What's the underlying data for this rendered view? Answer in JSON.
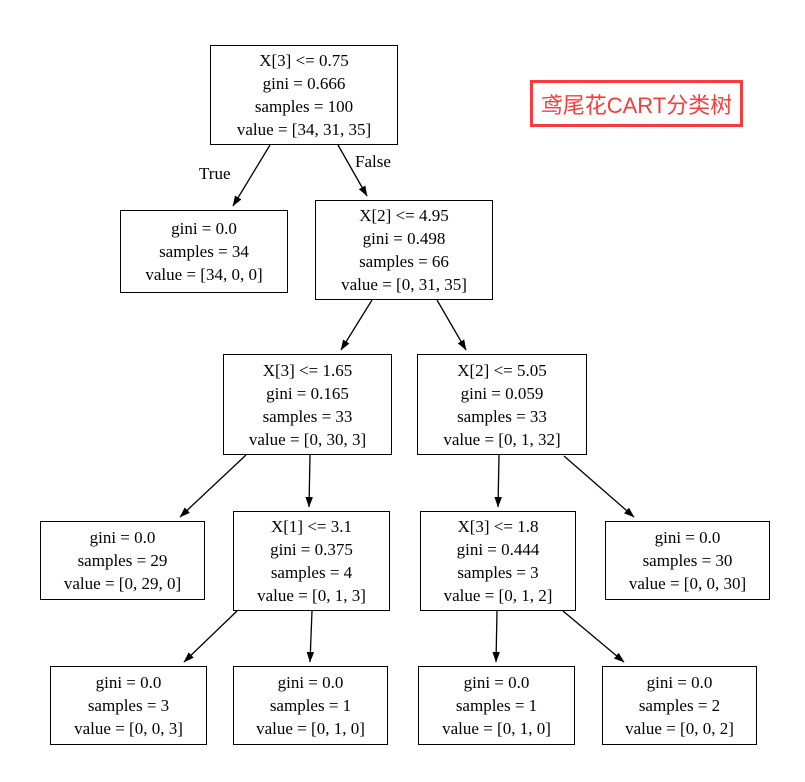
{
  "title": {
    "text": "鸢尾花CART分类树",
    "accent_color": "#fb3b3b"
  },
  "edge_labels": {
    "true": "True",
    "false": "False"
  },
  "tree": {
    "type": "decision-tree",
    "nodes": {
      "root": {
        "lines": [
          "X[3] <= 0.75",
          "gini = 0.666",
          "samples = 100",
          "value = [34, 31, 35]"
        ]
      },
      "l2_left": {
        "lines": [
          "gini = 0.0",
          "samples = 34",
          "value = [34, 0, 0]"
        ]
      },
      "l2_right": {
        "lines": [
          "X[2] <= 4.95",
          "gini = 0.498",
          "samples = 66",
          "value = [0, 31, 35]"
        ]
      },
      "l3_left": {
        "lines": [
          "X[3] <= 1.65",
          "gini = 0.165",
          "samples = 33",
          "value = [0, 30, 3]"
        ]
      },
      "l3_right": {
        "lines": [
          "X[2] <= 5.05",
          "gini = 0.059",
          "samples = 33",
          "value = [0, 1, 32]"
        ]
      },
      "l4_leaf1": {
        "lines": [
          "gini = 0.0",
          "samples = 29",
          "value = [0, 29, 0]"
        ]
      },
      "l4_split1": {
        "lines": [
          "X[1] <= 3.1",
          "gini = 0.375",
          "samples = 4",
          "value = [0, 1, 3]"
        ]
      },
      "l4_split2": {
        "lines": [
          "X[3] <= 1.8",
          "gini = 0.444",
          "samples = 3",
          "value = [0, 1, 2]"
        ]
      },
      "l4_leaf2": {
        "lines": [
          "gini = 0.0",
          "samples = 30",
          "value = [0, 0, 30]"
        ]
      },
      "l5_leaf1": {
        "lines": [
          "gini = 0.0",
          "samples = 3",
          "value = [0, 0, 3]"
        ]
      },
      "l5_leaf2": {
        "lines": [
          "gini = 0.0",
          "samples = 1",
          "value = [0, 1, 0]"
        ]
      },
      "l5_leaf3": {
        "lines": [
          "gini = 0.0",
          "samples = 1",
          "value = [0, 1, 0]"
        ]
      },
      "l5_leaf4": {
        "lines": [
          "gini = 0.0",
          "samples = 2",
          "value = [0, 0, 2]"
        ]
      }
    }
  }
}
